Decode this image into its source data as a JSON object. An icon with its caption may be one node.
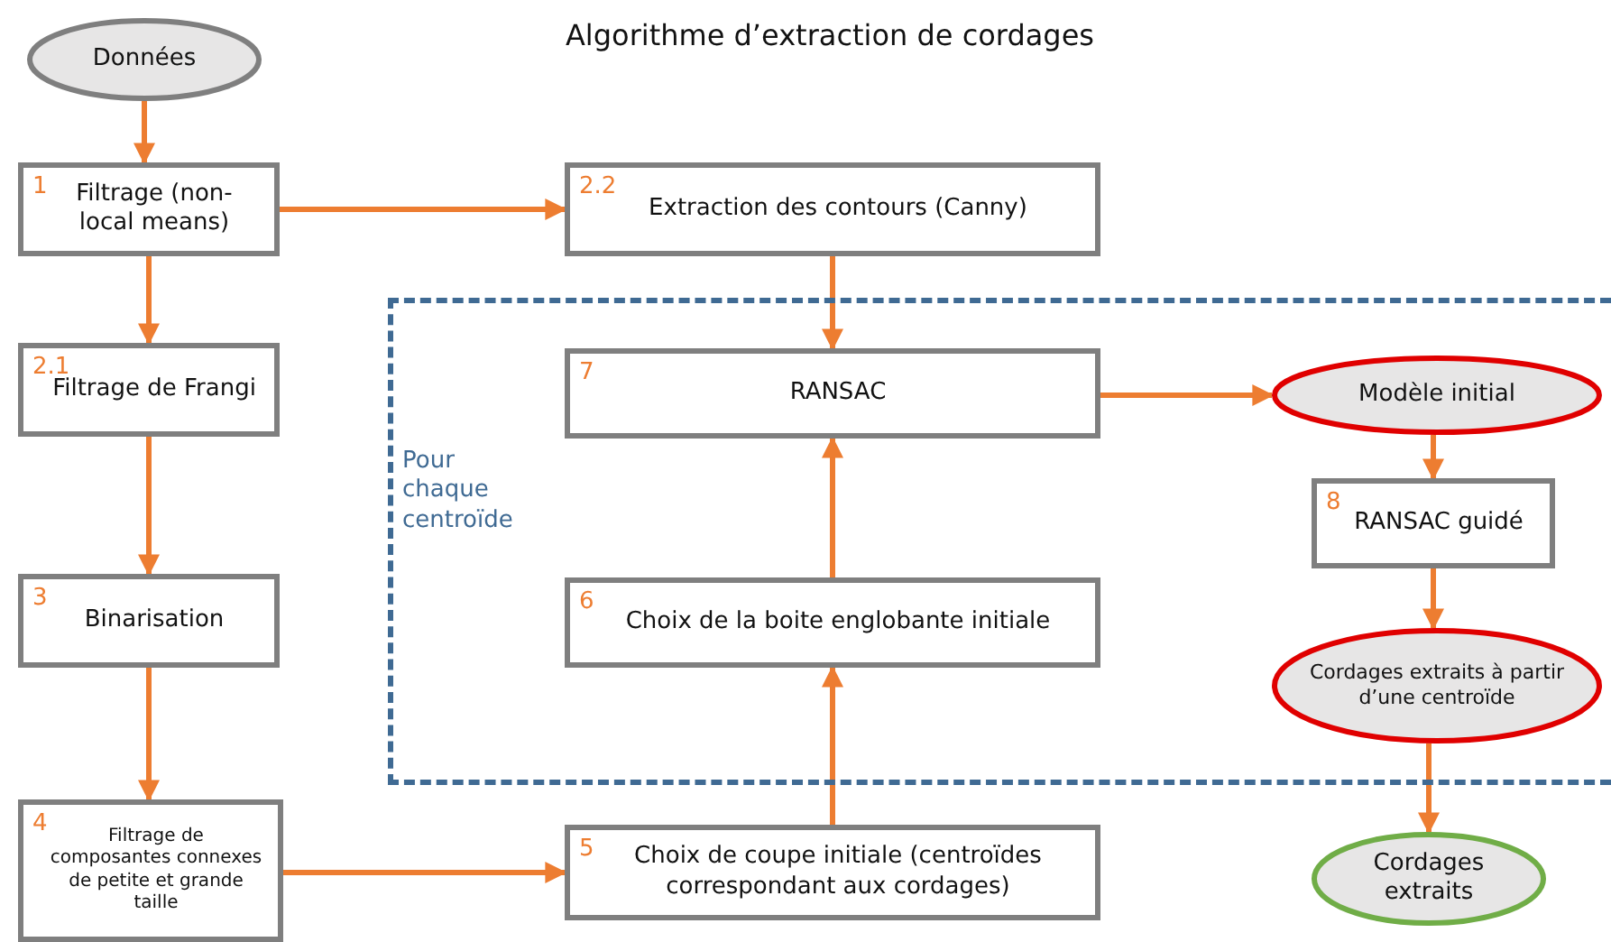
{
  "diagram": {
    "title": "Algorithme d’extraction de cordages",
    "nodes": [
      {
        "text": [
          "Données"
        ]
      },
      {
        "text": [
          "1",
          "Filtrage (non-local means)"
        ]
      },
      {
        "text": [
          "2.2",
          "Extraction des contours (Canny)"
        ]
      },
      {
        "text": [
          "2.1",
          "Filtrage de Frangi"
        ]
      },
      {
        "text": [
          "3",
          "Binarisation"
        ]
      },
      {
        "text": [
          "4",
          "Filtrage de composantes connexes de petite et grande taille"
        ]
      },
      {
        "text": [
          "Pour chaque centroïde"
        ]
      },
      {
        "text": [
          "7",
          "RANSAC"
        ],
        "in": 6
      },
      {
        "text": [
          "6",
          "Choix de la boite englobante initiale"
        ],
        "in": 6
      },
      {
        "text": [
          "Modèle initial"
        ],
        "in": 6
      },
      {
        "text": [
          "8",
          "RANSAC guidé"
        ],
        "in": 6
      },
      {
        "text": [
          "Cordages extraits à partir d’une centroïde"
        ],
        "in": 6
      },
      {
        "text": [
          "5",
          "Choix de coupe initiale (centroïdes correspondant aux cordages)"
        ]
      },
      {
        "text": [
          "Cordages extraits"
        ]
      }
    ],
    "edges": [
      {
        "from": 0,
        "to": 1,
        "arrow": "to"
      },
      {
        "from": 1,
        "to": 2,
        "arrow": "to"
      },
      {
        "from": 1,
        "to": 3,
        "arrow": "to"
      },
      {
        "from": 3,
        "to": 4,
        "arrow": "to"
      },
      {
        "from": 4,
        "to": 5,
        "arrow": "to"
      },
      {
        "from": 5,
        "to": 12,
        "arrow": "to"
      },
      {
        "from": 2,
        "to": 7,
        "arrow": "to"
      },
      {
        "from": 12,
        "to": 8,
        "arrow": "to"
      },
      {
        "from": 8,
        "to": 7,
        "arrow": "to"
      },
      {
        "from": 7,
        "to": 9,
        "arrow": "to"
      },
      {
        "from": 9,
        "to": 10,
        "arrow": "to"
      },
      {
        "from": 10,
        "to": 11,
        "arrow": "to"
      },
      {
        "from": 11,
        "to": 13,
        "arrow": "to"
      }
    ]
  }
}
